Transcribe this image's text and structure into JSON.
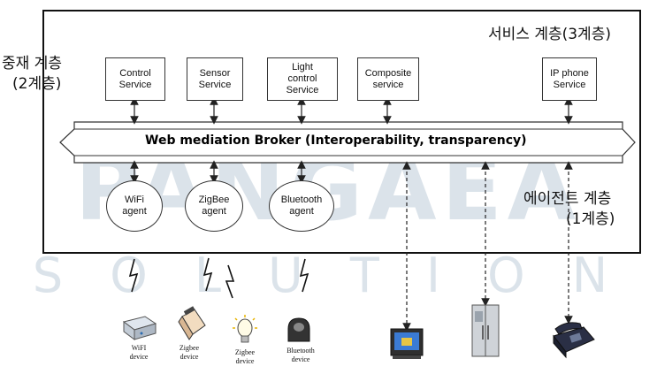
{
  "watermark": {
    "line1": "PANGAEA",
    "line2": "S O L U T I O N"
  },
  "layers": {
    "service_layer": "서비스 계층(3계층)",
    "mediation_layer_line1": "중재 계층",
    "mediation_layer_line2": "(2계층)",
    "agent_layer_line1": "에이전트 계층",
    "agent_layer_line2": "(1계층)"
  },
  "broker": {
    "label": "Web mediation Broker (Interoperability, transparency)"
  },
  "services": [
    {
      "line1": "Control",
      "line2": "Service",
      "line3": ""
    },
    {
      "line1": "Sensor",
      "line2": "Service",
      "line3": ""
    },
    {
      "line1": "Light",
      "line2": "control",
      "line3": "Service"
    },
    {
      "line1": "Composite",
      "line2": "service",
      "line3": ""
    },
    {
      "line1": "IP phone",
      "line2": "Service",
      "line3": ""
    }
  ],
  "agents": [
    {
      "line1": "WiFi",
      "line2": "agent"
    },
    {
      "line1": "ZigBee",
      "line2": "agent"
    },
    {
      "line1": "Bluetooth",
      "line2": "agent"
    }
  ],
  "devices": [
    {
      "line1": "WiFI",
      "line2": "device",
      "icon": "wifi-router-icon"
    },
    {
      "line1": "Zigbee",
      "line2": "device",
      "icon": "zigbee-module-icon"
    },
    {
      "line1": "Zigbee",
      "line2": "device",
      "icon": "light-bulb-icon"
    },
    {
      "line1": "Bluetooth",
      "line2": "device",
      "icon": "bluetooth-device-icon"
    },
    {
      "line1": "",
      "line2": "",
      "icon": "tv-icon"
    },
    {
      "line1": "",
      "line2": "",
      "icon": "refrigerator-icon"
    },
    {
      "line1": "",
      "line2": "",
      "icon": "ip-phone-icon"
    }
  ],
  "colors": {
    "watermark": "#dbe3ea",
    "line": "#333333",
    "text": "#111111"
  }
}
